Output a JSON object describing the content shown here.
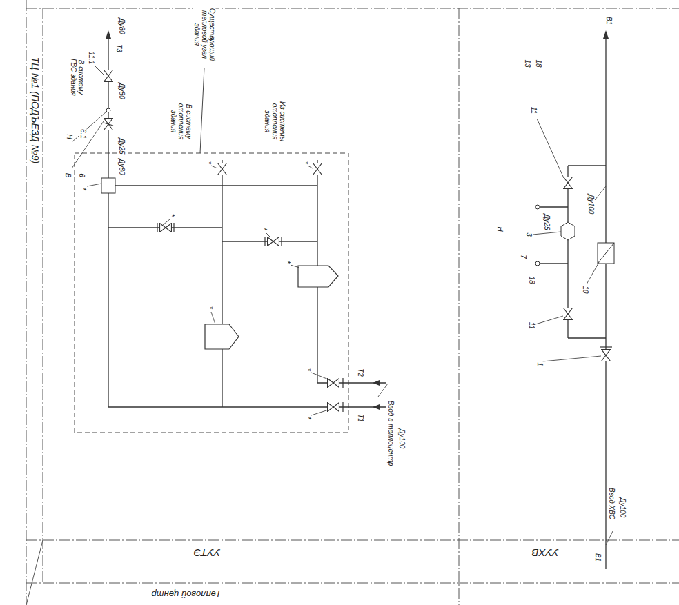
{
  "diagram": {
    "nodes": [
      {
        "text": [
          "Тепловой центр"
        ]
      },
      {
        "text": [
          "УУТЭ"
        ]
      },
      {
        "text": [
          "УУХВ"
        ]
      },
      {
        "text": [
          "Существующий тепловой узел здания"
        ]
      }
    ],
    "labels": [
      "ТЦ №1 (ПОДЪЕЗД №9)",
      "В систему ГВС здания",
      "Т3",
      "Ду80",
      "11.1",
      "Ду80",
      "6.1",
      "Н",
      "Ду25",
      "В",
      "6",
      "Ду80",
      "*",
      "*",
      "*",
      "В систему отопления здания",
      "*",
      "Из системы отопления здания",
      "*",
      "*",
      "*",
      "*",
      "*",
      "Т2",
      "Т1",
      "Ввод в теплоцентр",
      "Ду100",
      "В1",
      "Ду100",
      "11",
      "13",
      "18",
      "Ду25",
      "3",
      "Н",
      "7",
      "18",
      "10",
      "11",
      "1",
      "Ввод ХВС",
      "Ду100",
      "В1"
    ]
  }
}
